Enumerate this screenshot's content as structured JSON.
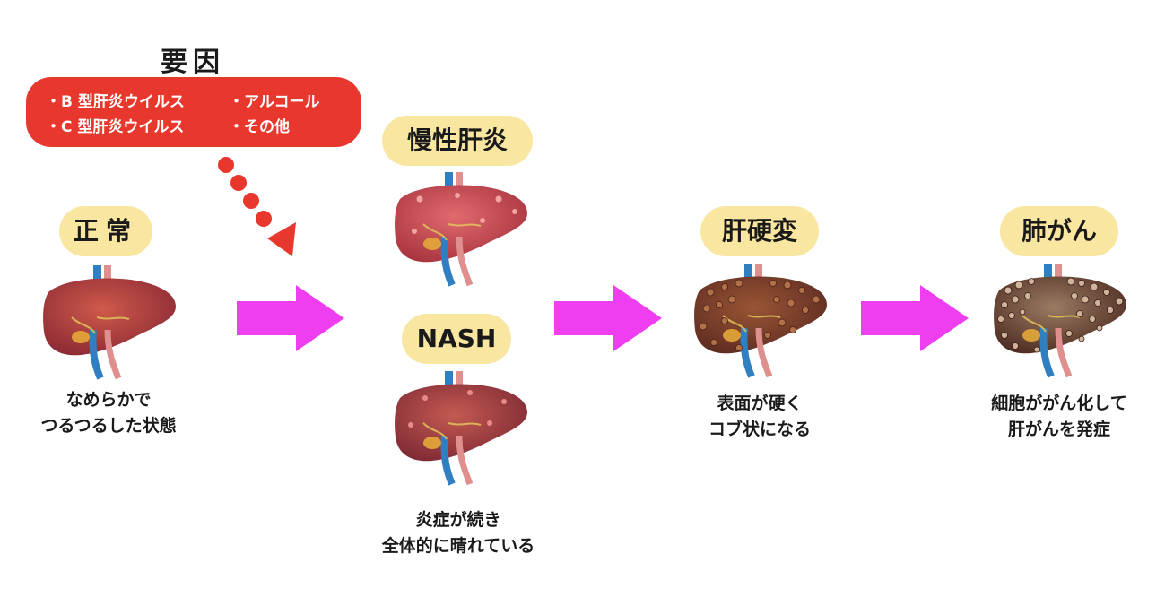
{
  "factors": {
    "title": "要因",
    "items": [
      "・B 型肝炎ウイルス",
      "・C 型肝炎ウイルス",
      "・アルコール",
      "・その他"
    ],
    "box_color": "#e8372d"
  },
  "stages": {
    "normal": {
      "label": "正常",
      "caption_lines": [
        "なめらかで",
        "つるつるした状態"
      ]
    },
    "chronic_hepatitis": {
      "label": "慢性肝炎"
    },
    "nash": {
      "label": "NASH",
      "caption_lines": [
        "炎症が続き",
        "全体的に晴れている"
      ]
    },
    "cirrhosis": {
      "label": "肝硬変",
      "caption_lines": [
        "表面が硬く",
        "コブ状になる"
      ]
    },
    "cancer": {
      "label": "肺がん",
      "caption_lines": [
        "細胞ががん化して",
        "肝がんを発症"
      ]
    }
  },
  "colors": {
    "label_bg": "#f9e6a1",
    "arrow": "#ee3ef0",
    "dotted_arrow": "#e8372d",
    "liver_normal": "#a0323a",
    "liver_inflamed": "#c7454f",
    "liver_cirrhosis": "#7a3d2a",
    "liver_cancer": "#5e3a2a",
    "vessel_blue": "#2f7fc1",
    "vessel_pink": "#e08f8f"
  }
}
